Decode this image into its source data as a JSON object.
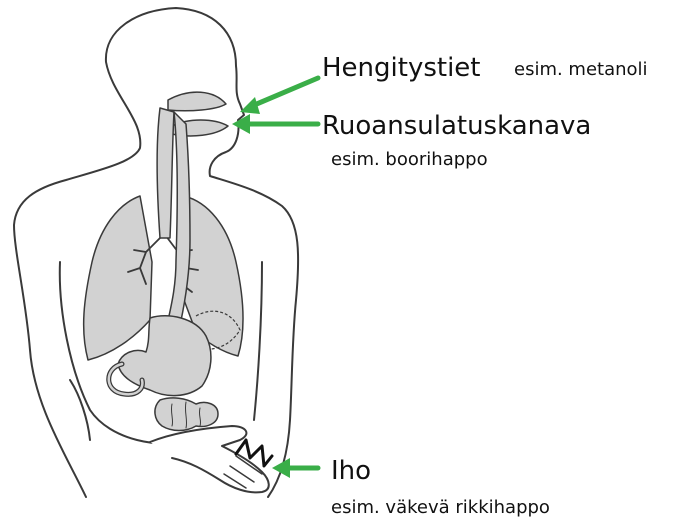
{
  "labels": {
    "respiratory": {
      "name": "Hengitystiet",
      "example": "esim. metanoli"
    },
    "digestive": {
      "name": "Ruoansulatuskanava",
      "example": "esim. boorihappo"
    },
    "skin": {
      "name": "Iho",
      "example": "esim. väkevä rikkihappo"
    }
  },
  "colors": {
    "arrow": "#3aae48",
    "outline": "#3a3a3a",
    "organ_fill": "#d2d2d2"
  }
}
